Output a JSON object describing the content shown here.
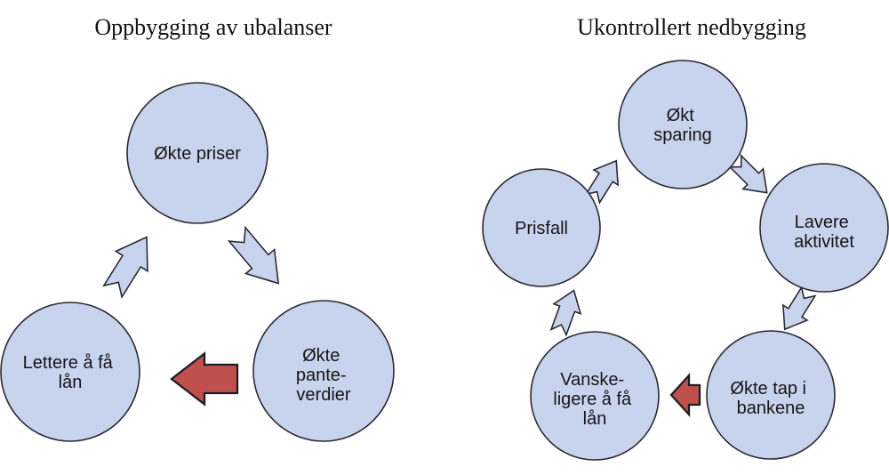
{
  "left": {
    "title": "Oppbygging av ubalanser",
    "nodes": [
      {
        "id": "okte-priser",
        "lines": [
          "Økte priser"
        ]
      },
      {
        "id": "lettere-a-fa-lan",
        "lines": [
          "Lettere å få",
          "lån"
        ]
      },
      {
        "id": "okte-panteverdier",
        "lines": [
          "Økte",
          "pante-",
          "verdier"
        ]
      }
    ],
    "arrows": [
      {
        "from": "lettere-a-fa-lan",
        "to": "okte-priser",
        "style": "blue"
      },
      {
        "from": "okte-priser",
        "to": "okte-panteverdier",
        "style": "blue"
      },
      {
        "from": "okte-panteverdier",
        "to": "lettere-a-fa-lan",
        "style": "red"
      }
    ]
  },
  "right": {
    "title": "Ukontrollert nedbygging",
    "nodes": [
      {
        "id": "okt-sparing",
        "lines": [
          "Økt",
          "sparing"
        ]
      },
      {
        "id": "prisfall",
        "lines": [
          "Prisfall"
        ]
      },
      {
        "id": "lavere-aktivitet",
        "lines": [
          "Lavere",
          "aktivitet"
        ]
      },
      {
        "id": "vanskeligere-a-fa-lan",
        "lines": [
          "Vanske-",
          "ligere å få",
          "lån"
        ]
      },
      {
        "id": "okte-tap-i-bankene",
        "lines": [
          "Økte tap i",
          "bankene"
        ]
      }
    ],
    "arrows": [
      {
        "from": "prisfall",
        "to": "okt-sparing",
        "style": "blue"
      },
      {
        "from": "okt-sparing",
        "to": "lavere-aktivitet",
        "style": "blue"
      },
      {
        "from": "lavere-aktivitet",
        "to": "okte-tap-i-bankene",
        "style": "blue"
      },
      {
        "from": "okte-tap-i-bankene",
        "to": "vanskeligere-a-fa-lan",
        "style": "red"
      },
      {
        "from": "vanskeligere-a-fa-lan",
        "to": "prisfall",
        "style": "blue"
      }
    ]
  },
  "colors": {
    "node_fill": "#c8d3ed",
    "node_stroke": "#2a2a33",
    "red_arrow_fill": "#c0504d",
    "red_arrow_stroke": "#1e1e26",
    "text": "#161616",
    "title": "#111111"
  }
}
